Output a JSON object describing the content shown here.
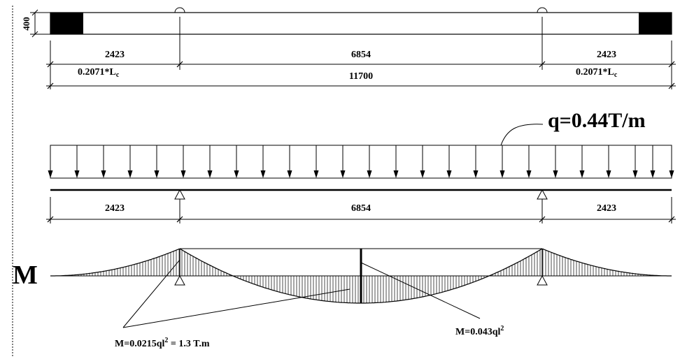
{
  "section": {
    "height_label": "400"
  },
  "dims_top": {
    "left_span": "2423",
    "mid_span": "6854",
    "right_span": "2423",
    "left_ratio": "0.2071*L",
    "right_ratio": "0.2071*L",
    "ratio_sub": "c",
    "total": "11700"
  },
  "load": {
    "label": "q=0.44T/m"
  },
  "dims_mid": {
    "left_span": "2423",
    "mid_span": "6854",
    "right_span": "2423"
  },
  "moment": {
    "symbol": "M",
    "support_label_pre": "M=0.0215ql",
    "support_label_exp": "2",
    "support_label_post": " = 1.3 T.m",
    "midspan_label_pre": "M=0.043ql",
    "midspan_label_exp": "2"
  },
  "colors": {
    "ink": "#000000",
    "background": "#ffffff"
  }
}
